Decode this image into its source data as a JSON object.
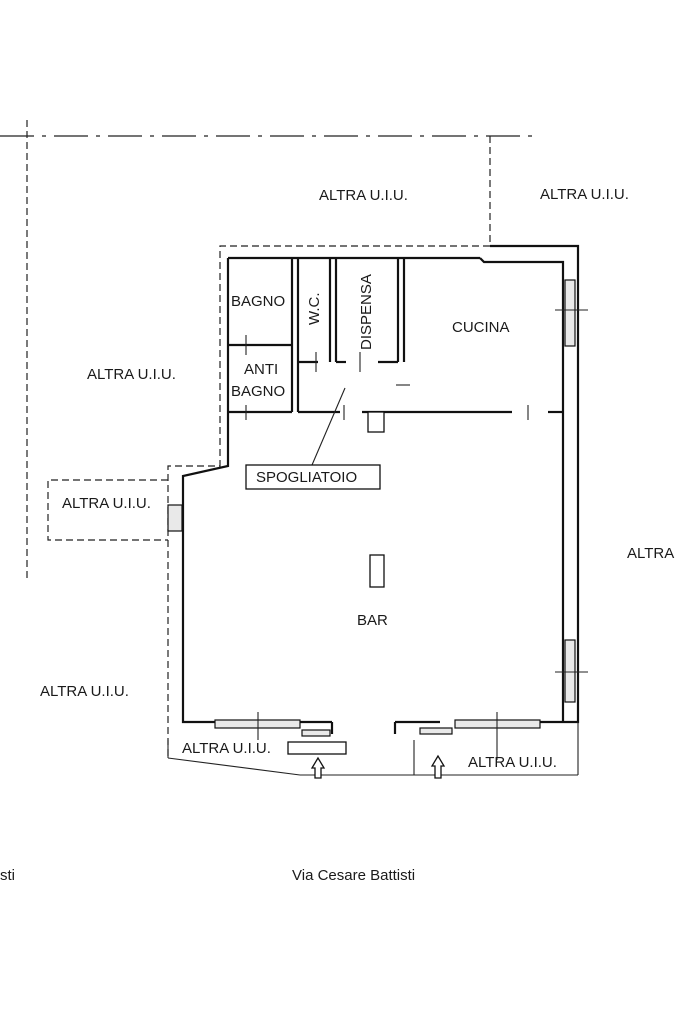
{
  "rooms": {
    "bagno": "BAGNO",
    "wc": "W.C.",
    "dispensa": "DISPENSA",
    "cucina": "CUCINA",
    "anti_line1": "ANTI",
    "anti_line2": "BAGNO",
    "spogliatoio": "SPOGLIATOIO",
    "bar": "BAR"
  },
  "neighbours": {
    "top_center": "ALTRA U.I.U.",
    "top_right": "ALTRA U.I.U.",
    "left_upper": "ALTRA U.I.U.",
    "left_box": "ALTRA U.I.U.",
    "right_edge": "ALTRA",
    "left_lower": "ALTRA U.I.U.",
    "bottom_left": "ALTRA U.I.U.",
    "bottom_right": "ALTRA U.I.U."
  },
  "street": {
    "main": "Via Cesare Battisti",
    "left_fragment": "sti"
  },
  "icons": {
    "entrance_left": "up-arrow-icon",
    "entrance_right": "up-arrow-icon"
  }
}
